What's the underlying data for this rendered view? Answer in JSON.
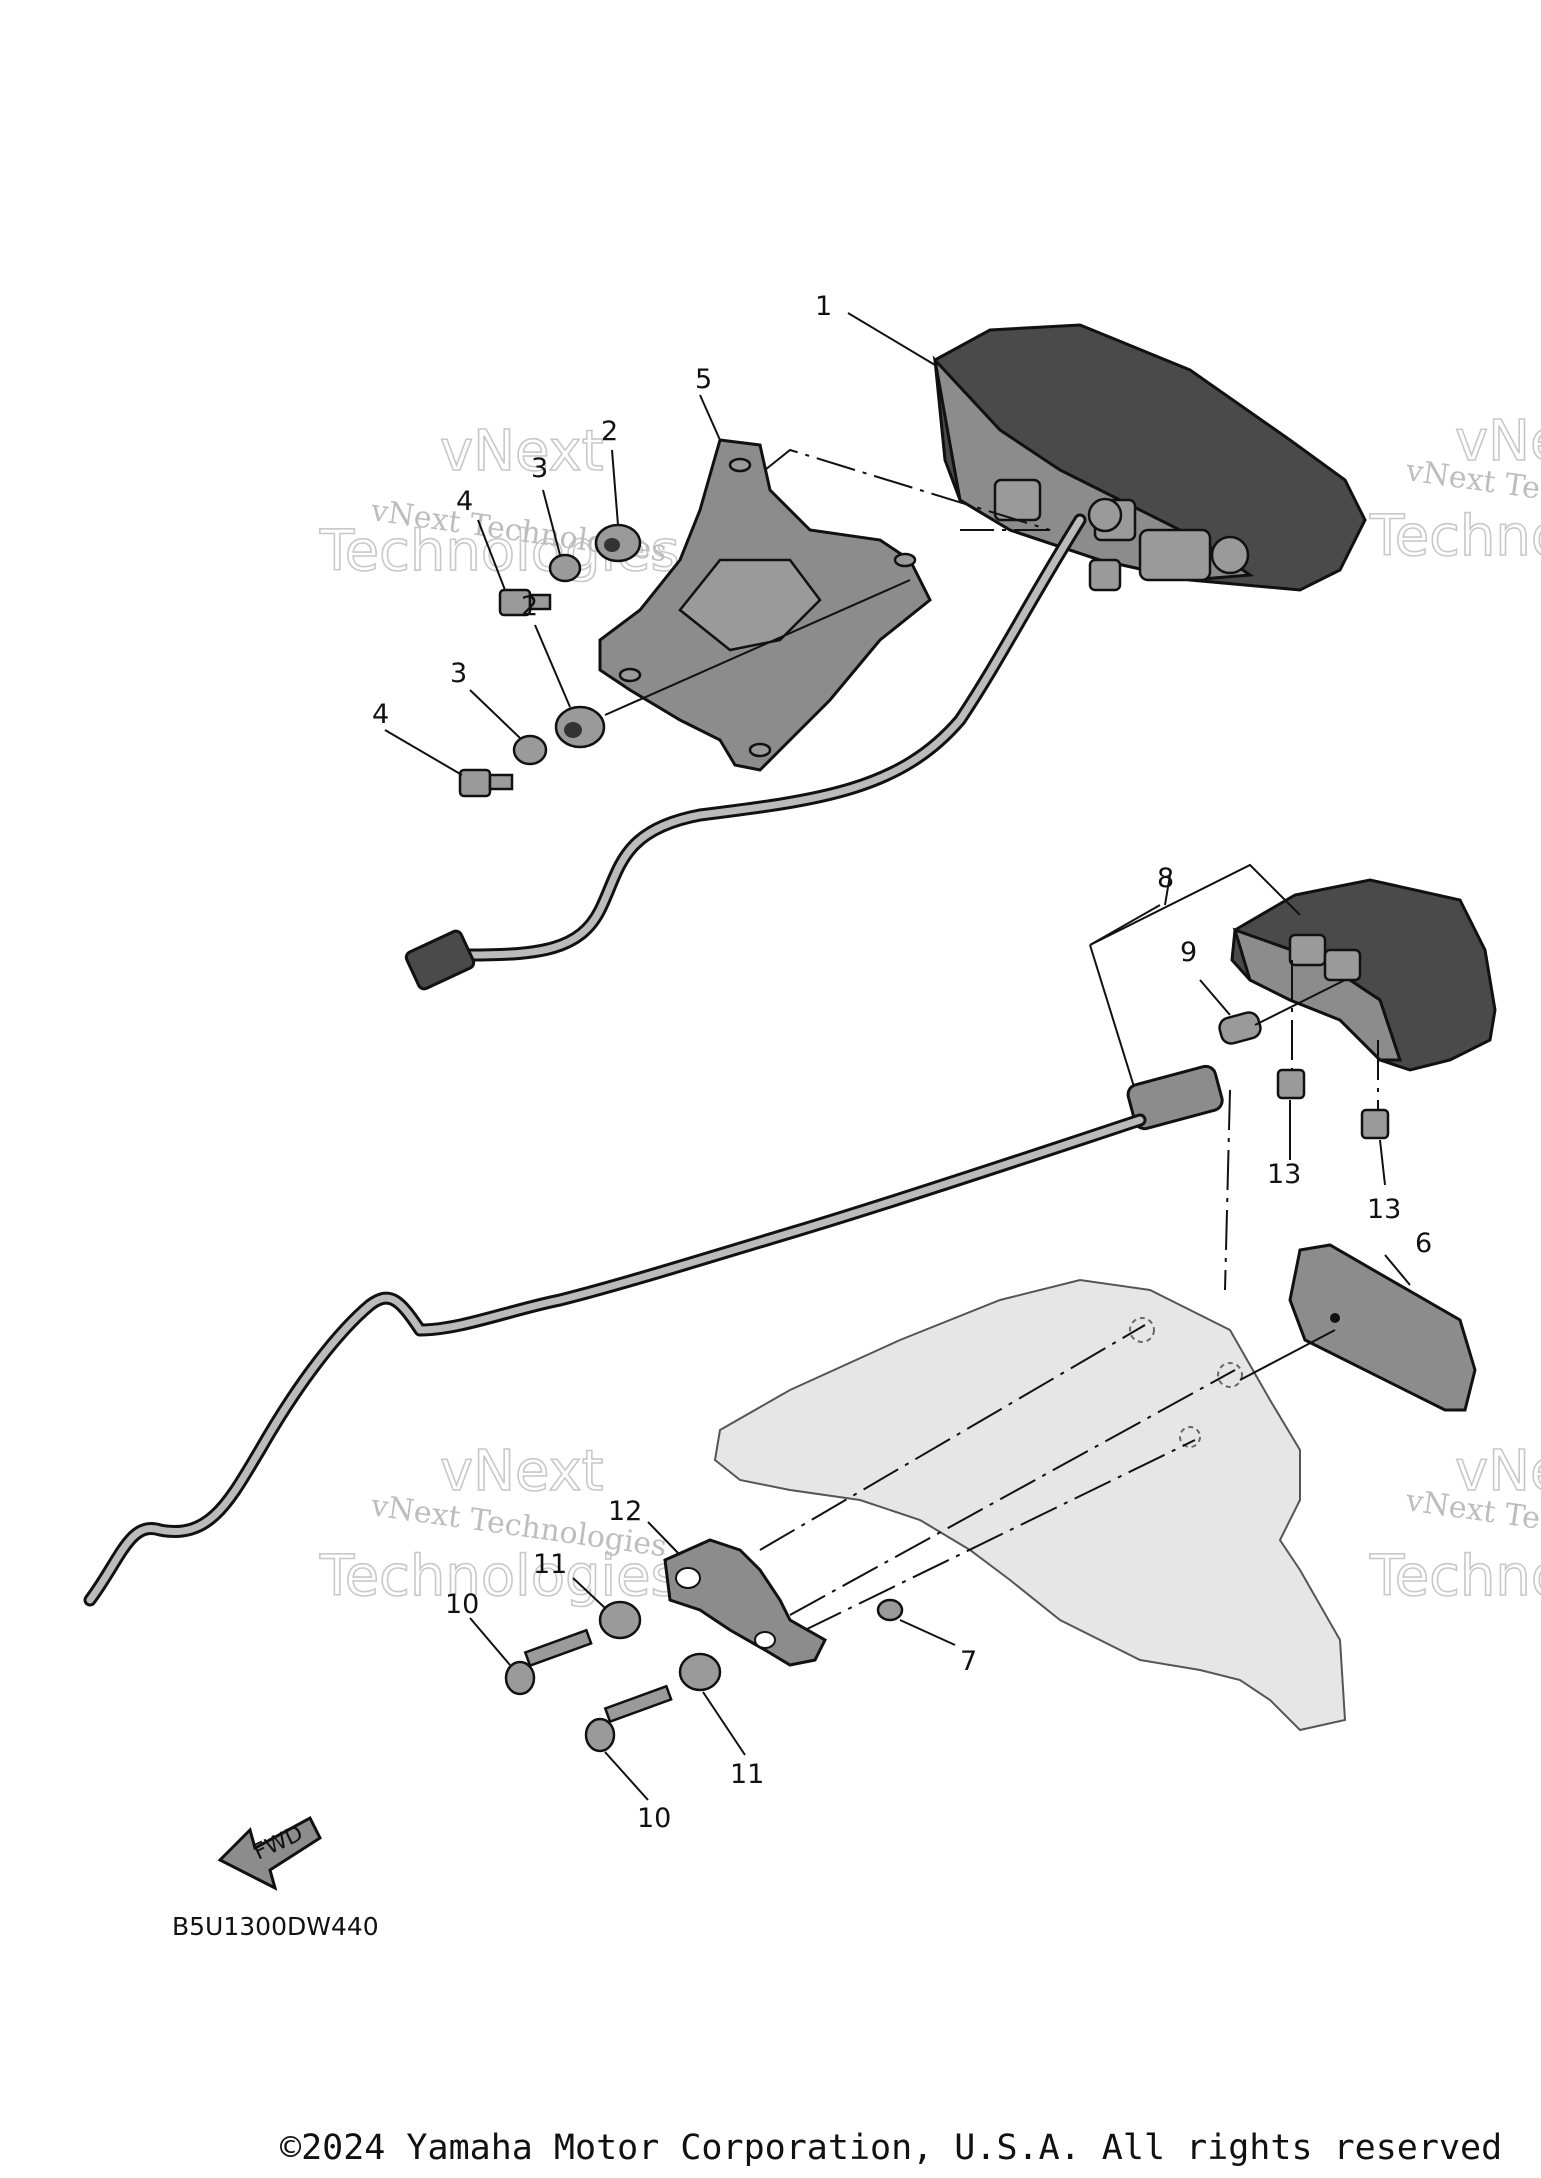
{
  "diagram": {
    "code": "B5U1300DW440",
    "fwd_label": "FWD",
    "callouts": [
      "1",
      "2",
      "3",
      "4",
      "2",
      "3",
      "4",
      "5",
      "8",
      "9",
      "13",
      "13",
      "6",
      "12",
      "11",
      "10",
      "11",
      "10",
      "7"
    ]
  },
  "watermark": {
    "small": "vNext Technologies",
    "big_top": "vNext",
    "big_bottom": "Technologies"
  },
  "footer": {
    "copyright": "©2024 Yamaha Motor Corporation, U.S.A. All rights reserved"
  }
}
